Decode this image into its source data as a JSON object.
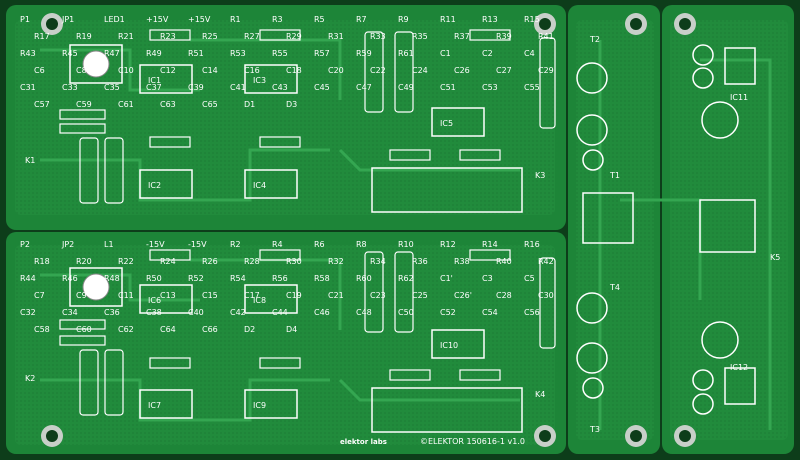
{
  "board": {
    "logo": "elektor labs",
    "id_text": "©ELEKTOR 150616-1 v1.0",
    "colors": {
      "board": "#1a7a32",
      "copper": "#2b9e45",
      "trace": "#2f9f4a",
      "pad": "#c8cfc9",
      "silk": "#ffffff",
      "edge": "#0d3d1a"
    }
  },
  "ics": [
    "IC1",
    "IC2",
    "IC3",
    "IC4",
    "IC5",
    "IC6",
    "IC7",
    "IC8",
    "IC9",
    "IC10",
    "IC11",
    "IC12"
  ],
  "connectors": [
    "K1",
    "K2",
    "K3",
    "K4",
    "K5"
  ],
  "transistors": [
    "T1",
    "T2",
    "T3",
    "T4"
  ],
  "labels": [
    "P1",
    "P2",
    "JP1",
    "JP2",
    "LED1",
    "L1",
    "+15V",
    "-15V",
    "+15V",
    "-15V",
    "R1",
    "R2",
    "R3",
    "R4",
    "R5",
    "R6",
    "R7",
    "R8",
    "R9",
    "R10",
    "R11",
    "R12",
    "R13",
    "R14",
    "R15",
    "R16",
    "R17",
    "R18",
    "R19",
    "R20",
    "R21",
    "R22",
    "R23",
    "R24",
    "R25",
    "R26",
    "R27",
    "R28",
    "R29",
    "R30",
    "R31",
    "R32",
    "R33",
    "R34",
    "R35",
    "R36",
    "R37",
    "R38",
    "R39",
    "R40",
    "R41",
    "R42",
    "R43",
    "R44",
    "R45",
    "R46",
    "R47",
    "R48",
    "R49",
    "R50",
    "R51",
    "R52",
    "R53",
    "R54",
    "R55",
    "R56",
    "R57",
    "R58",
    "R59",
    "R60",
    "R61",
    "R62",
    "C1",
    "C1'",
    "C2",
    "C3",
    "C4",
    "C5",
    "C6",
    "C7",
    "C8",
    "C9",
    "C10",
    "C11",
    "C12",
    "C13",
    "C14",
    "C15",
    "C16",
    "C17",
    "C18",
    "C19",
    "C20",
    "C21",
    "C22",
    "C23",
    "C24",
    "C25",
    "C26",
    "C26'",
    "C27",
    "C28",
    "C29",
    "C30",
    "C31",
    "C32",
    "C33",
    "C34",
    "C35",
    "C36",
    "C37",
    "C38",
    "C39",
    "C40",
    "C41",
    "C42",
    "C43",
    "C44",
    "C45",
    "C46",
    "C47",
    "C48",
    "C49",
    "C50",
    "C51",
    "C52",
    "C53",
    "C54",
    "C55",
    "C56",
    "C57",
    "C58",
    "C59",
    "C60",
    "C61",
    "C62",
    "C63",
    "C64",
    "C65",
    "C66",
    "D1",
    "D2",
    "D3",
    "D4"
  ]
}
